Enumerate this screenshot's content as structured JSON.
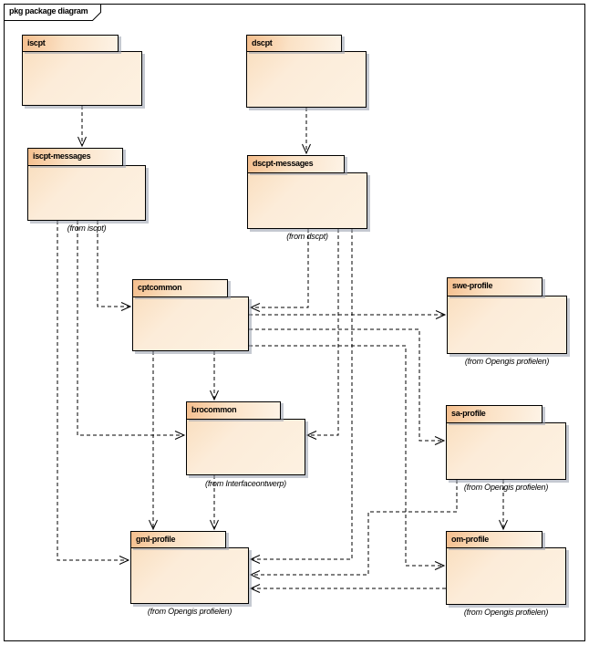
{
  "frame": {
    "title": "pkg package diagram"
  },
  "colors": {
    "tab_gradient_start": "#f5bf8e",
    "body_fill": "#fcecd9",
    "border": "#000000",
    "shadow": "#969cac",
    "background": "#ffffff"
  },
  "packages": [
    {
      "id": "iscpt",
      "name": "iscpt",
      "from": ""
    },
    {
      "id": "dscpt",
      "name": "dscpt",
      "from": ""
    },
    {
      "id": "iscpt-messages",
      "name": "iscpt-messages",
      "from": "(from iscpt)"
    },
    {
      "id": "dscpt-messages",
      "name": "dscpt-messages",
      "from": "(from dscpt)"
    },
    {
      "id": "cptcommon",
      "name": "cptcommon",
      "from": ""
    },
    {
      "id": "brocommon",
      "name": "brocommon",
      "from": "(from Interfaceontwerp)"
    },
    {
      "id": "swe-profile",
      "name": "swe-profile",
      "from": "(from Opengis profielen)"
    },
    {
      "id": "sa-profile",
      "name": "sa-profile",
      "from": "(from Opengis profielen)"
    },
    {
      "id": "gml-profile",
      "name": "gml-profile",
      "from": "(from Opengis profielen)"
    },
    {
      "id": "om-profile",
      "name": "om-profile",
      "from": "(from Opengis profielen)"
    }
  ],
  "dependencies": [
    {
      "from": "iscpt",
      "to": "iscpt-messages"
    },
    {
      "from": "dscpt",
      "to": "dscpt-messages"
    },
    {
      "from": "iscpt-messages",
      "to": "cptcommon"
    },
    {
      "from": "iscpt-messages",
      "to": "brocommon"
    },
    {
      "from": "iscpt-messages",
      "to": "gml-profile"
    },
    {
      "from": "dscpt-messages",
      "to": "cptcommon"
    },
    {
      "from": "dscpt-messages",
      "to": "brocommon"
    },
    {
      "from": "dscpt-messages",
      "to": "gml-profile"
    },
    {
      "from": "cptcommon",
      "to": "swe-profile"
    },
    {
      "from": "cptcommon",
      "to": "sa-profile"
    },
    {
      "from": "cptcommon",
      "to": "om-profile"
    },
    {
      "from": "cptcommon",
      "to": "brocommon"
    },
    {
      "from": "cptcommon",
      "to": "gml-profile"
    },
    {
      "from": "brocommon",
      "to": "gml-profile"
    },
    {
      "from": "sa-profile",
      "to": "om-profile"
    },
    {
      "from": "sa-profile",
      "to": "gml-profile"
    },
    {
      "from": "om-profile",
      "to": "gml-profile"
    }
  ]
}
